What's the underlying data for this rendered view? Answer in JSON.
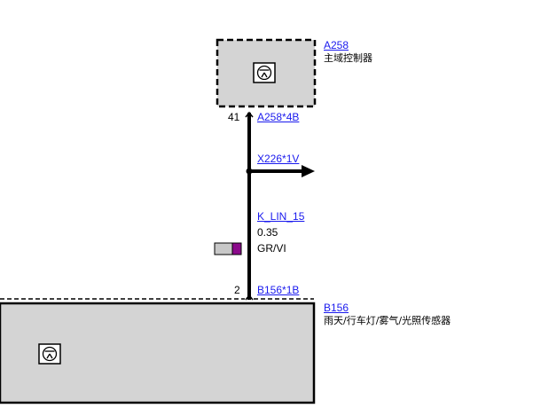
{
  "components": {
    "a258": {
      "id": "A258",
      "name": "主域控制器",
      "connector": "A258*4B",
      "pin": "41"
    },
    "b156": {
      "id": "B156",
      "name": "雨天/行车灯/雾气/光照传感器",
      "connector": "B156*1B",
      "pin": "2"
    }
  },
  "splice": {
    "connector": "X226*1V"
  },
  "wire": {
    "signal": "K_LIN_15",
    "gauge": "0.35",
    "color_code": "GR/VI",
    "swatch_colors": [
      "#c8c8c8",
      "#8b0a8b"
    ]
  },
  "icons": {
    "module_icon": "steering-wheel-icon"
  },
  "colors": {
    "module_fill": "#d4d4d4",
    "link": "#1a1aee"
  }
}
